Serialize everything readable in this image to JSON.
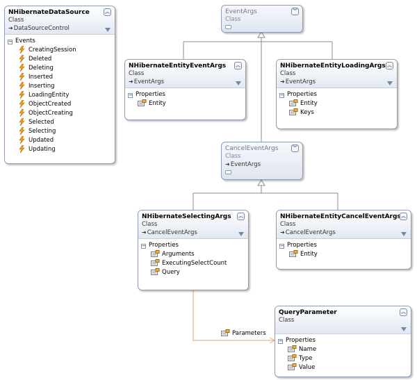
{
  "diagram": {
    "classes": {
      "nhibernate_data_source": {
        "name": "NHibernateDataSource",
        "stereotype": "Class",
        "base": "DataSourceControl",
        "compartment": "Events",
        "members": [
          "CreatingSession",
          "Deleted",
          "Deleting",
          "Inserted",
          "Inserting",
          "LoadingEntity",
          "ObjectCreated",
          "ObjectCreating",
          "Selected",
          "Selecting",
          "Updated",
          "Updating"
        ]
      },
      "event_args": {
        "name": "EventArgs",
        "stereotype": "Class"
      },
      "nhibernate_entity_event_args": {
        "name": "NHibernateEntityEventArgs",
        "stereotype": "Class",
        "base": "EventArgs",
        "compartment": "Properties",
        "members": [
          "Entity"
        ]
      },
      "nhibernate_entity_loading_args": {
        "name": "NHibernateEntityLoadingArgs",
        "stereotype": "Class",
        "base": "EventArgs",
        "compartment": "Properties",
        "members": [
          "Entity",
          "Keys"
        ]
      },
      "cancel_event_args": {
        "name": "CancelEventArgs",
        "stereotype": "Class",
        "base": "EventArgs"
      },
      "nhibernate_selecting_args": {
        "name": "NHibernateSelectingArgs",
        "stereotype": "Class",
        "base": "CancelEventArgs",
        "compartment": "Properties",
        "members": [
          "Arguments",
          "ExecutingSelectCount",
          "Query"
        ]
      },
      "nhibernate_entity_cancel_event_args": {
        "name": "NHibernateEntityCancelEventArgs",
        "stereotype": "Class",
        "base": "CancelEventArgs",
        "compartment": "Properties",
        "members": [
          "Entity"
        ]
      },
      "query_parameter": {
        "name": "QueryParameter",
        "stereotype": "Class",
        "compartment": "Properties",
        "members": [
          "Name",
          "Type",
          "Value"
        ]
      }
    },
    "associations": [
      {
        "from": "NHibernateSelectingArgs",
        "to": "QueryParameter",
        "label": "Parameters"
      }
    ],
    "colors": {
      "border": "#8f9cb3",
      "inheritance_line": "#8c8c8c",
      "association_line": "#e0a47a",
      "event_icon": "#f0a020"
    },
    "icons": {
      "base_class": "inherit-arrow-icon",
      "event": "lightning-icon",
      "property": "property-icon",
      "toggle": "collapse-chevron-icon",
      "filter": "filter-icon"
    }
  }
}
